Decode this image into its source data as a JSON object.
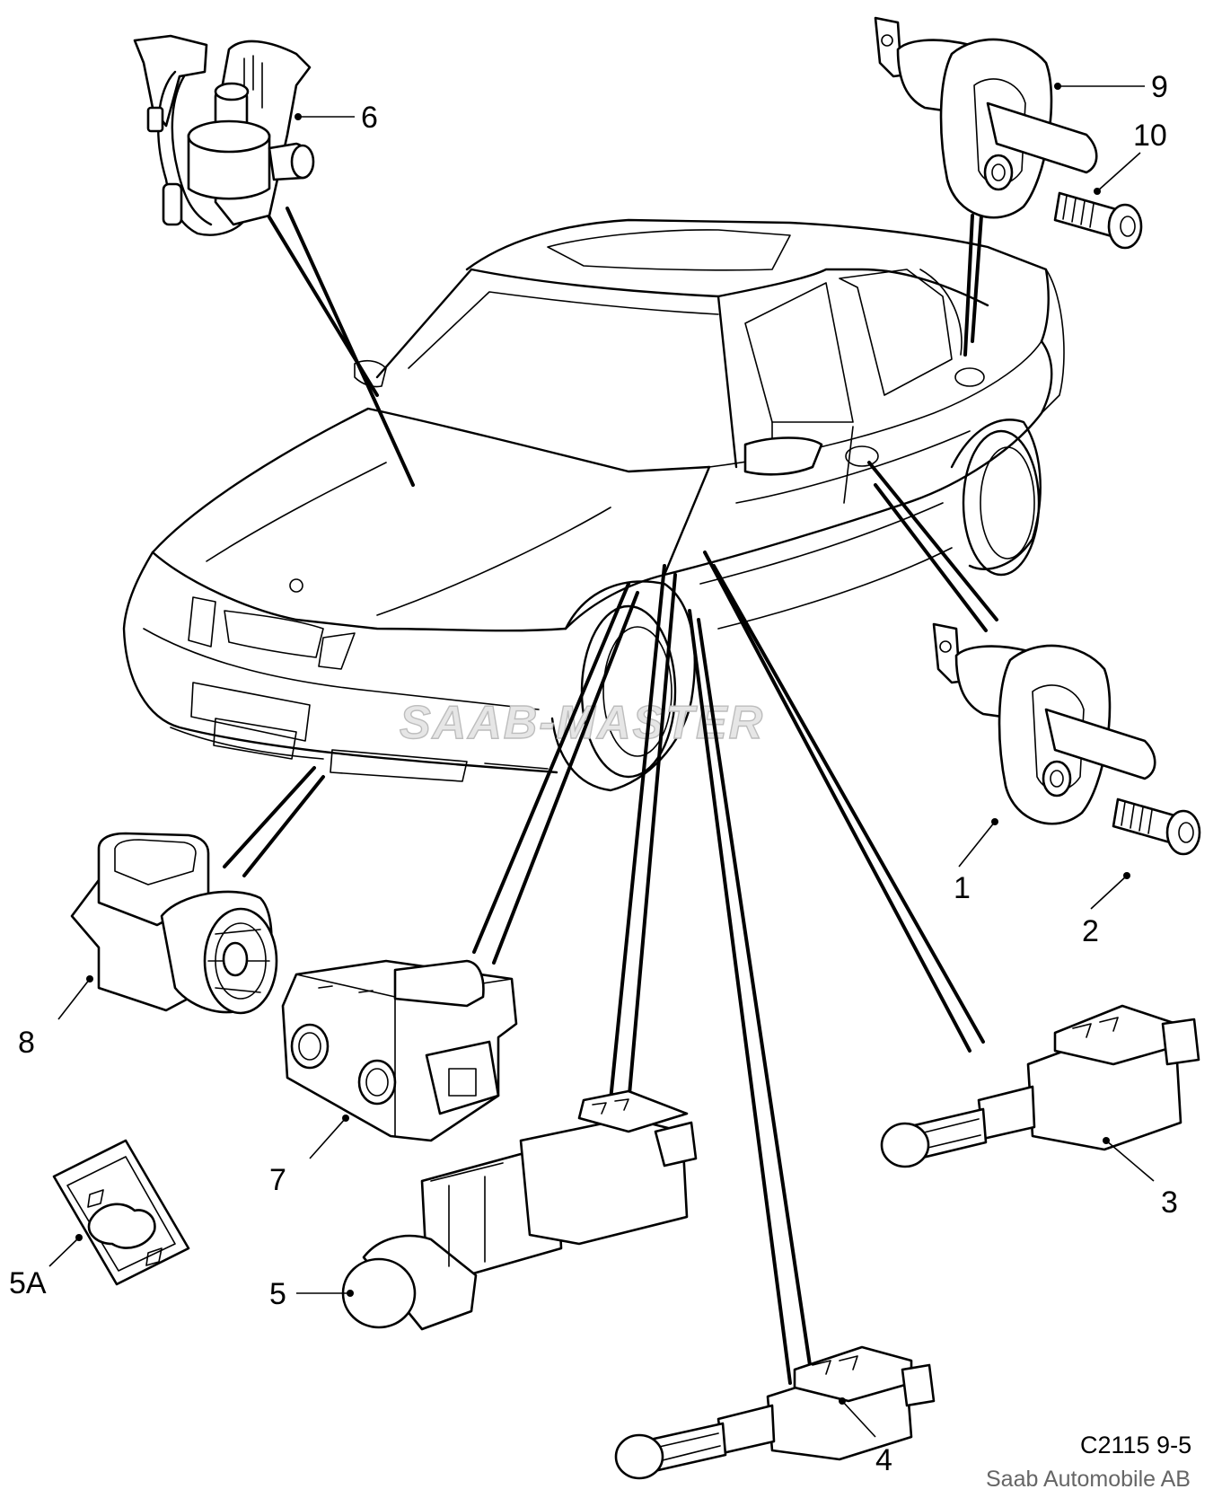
{
  "diagram": {
    "callouts": [
      {
        "id": "1",
        "label": "1"
      },
      {
        "id": "2",
        "label": "2"
      },
      {
        "id": "3",
        "label": "3"
      },
      {
        "id": "4",
        "label": "4"
      },
      {
        "id": "5",
        "label": "5"
      },
      {
        "id": "5a",
        "label": "5A"
      },
      {
        "id": "6",
        "label": "6"
      },
      {
        "id": "7",
        "label": "7"
      },
      {
        "id": "8",
        "label": "8"
      },
      {
        "id": "9",
        "label": "9"
      },
      {
        "id": "10",
        "label": "10"
      }
    ],
    "drawing_code": "C2115 9-5",
    "copyright": "Saab Automobile AB",
    "watermark": "SAAB-MASTER"
  }
}
